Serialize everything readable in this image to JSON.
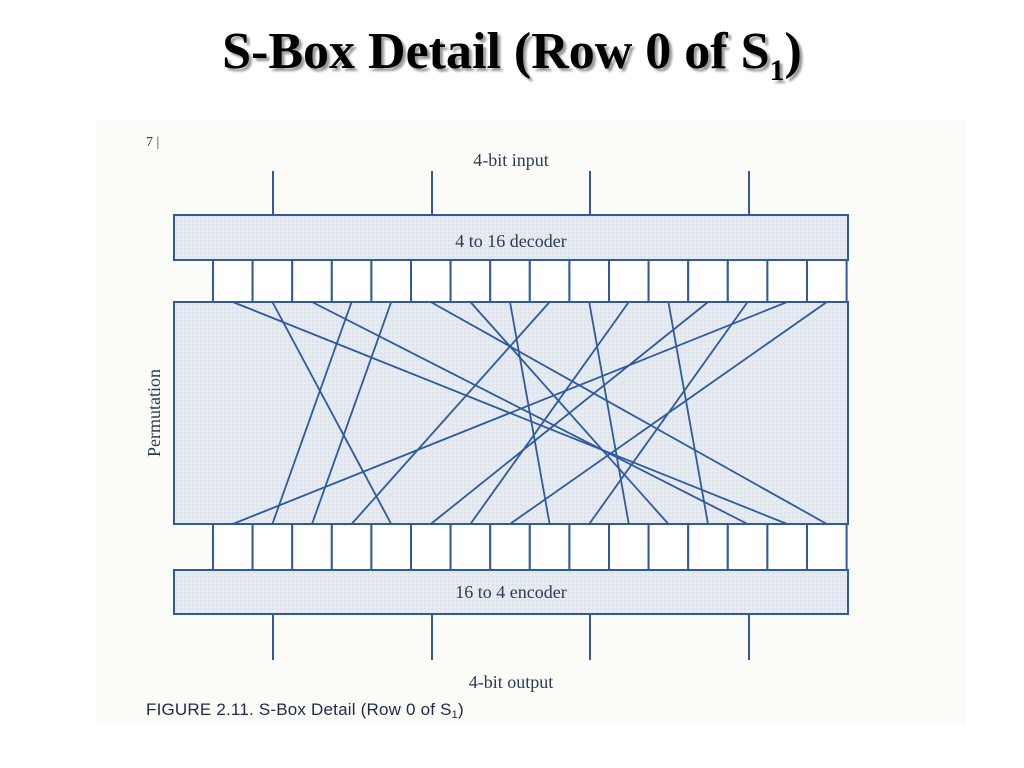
{
  "slide": {
    "title_main": "S-Box Detail (Row 0 of S",
    "title_sub": "1",
    "title_end": ")"
  },
  "figure": {
    "margin_mark": "7 |",
    "input_label": "4-bit input",
    "decoder_label": "4 to 16 decoder",
    "permutation_label": "Permutation",
    "encoder_label": "16 to 4 encoder",
    "output_label": "4-bit output",
    "caption_main": "FIGURE 2.11.  S-Box Detail (Row 0 of S",
    "caption_sub": "1",
    "caption_end": ")",
    "permutation_map": [
      14,
      4,
      13,
      1,
      2,
      15,
      11,
      8,
      3,
      10,
      6,
      12,
      5,
      9,
      0,
      7
    ],
    "input_lines": 4,
    "output_lines": 4,
    "slots": 16
  },
  "colors": {
    "ink": "#2f5aa0",
    "box_fill": "#e3e8ef",
    "outline": "#2f5aa0"
  }
}
